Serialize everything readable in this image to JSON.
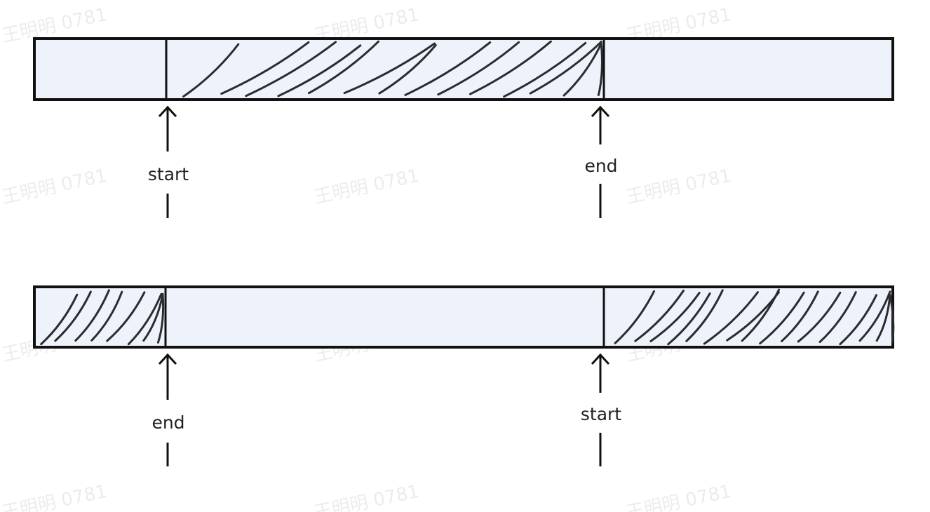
{
  "watermark": "王明明 0781",
  "colors": {
    "bar_fill": "#eef3fb",
    "stroke": "#111111",
    "hatch": "#2a2c30"
  },
  "diagrams": [
    {
      "name": "contiguous-range",
      "hatched_segments": [
        "middle"
      ],
      "pointers": [
        {
          "label": "start",
          "position": "left-divider"
        },
        {
          "label": "end",
          "position": "right-divider"
        }
      ]
    },
    {
      "name": "wrapped-range",
      "hatched_segments": [
        "left",
        "right"
      ],
      "pointers": [
        {
          "label": "end",
          "position": "left-divider"
        },
        {
          "label": "start",
          "position": "right-divider"
        }
      ]
    }
  ]
}
